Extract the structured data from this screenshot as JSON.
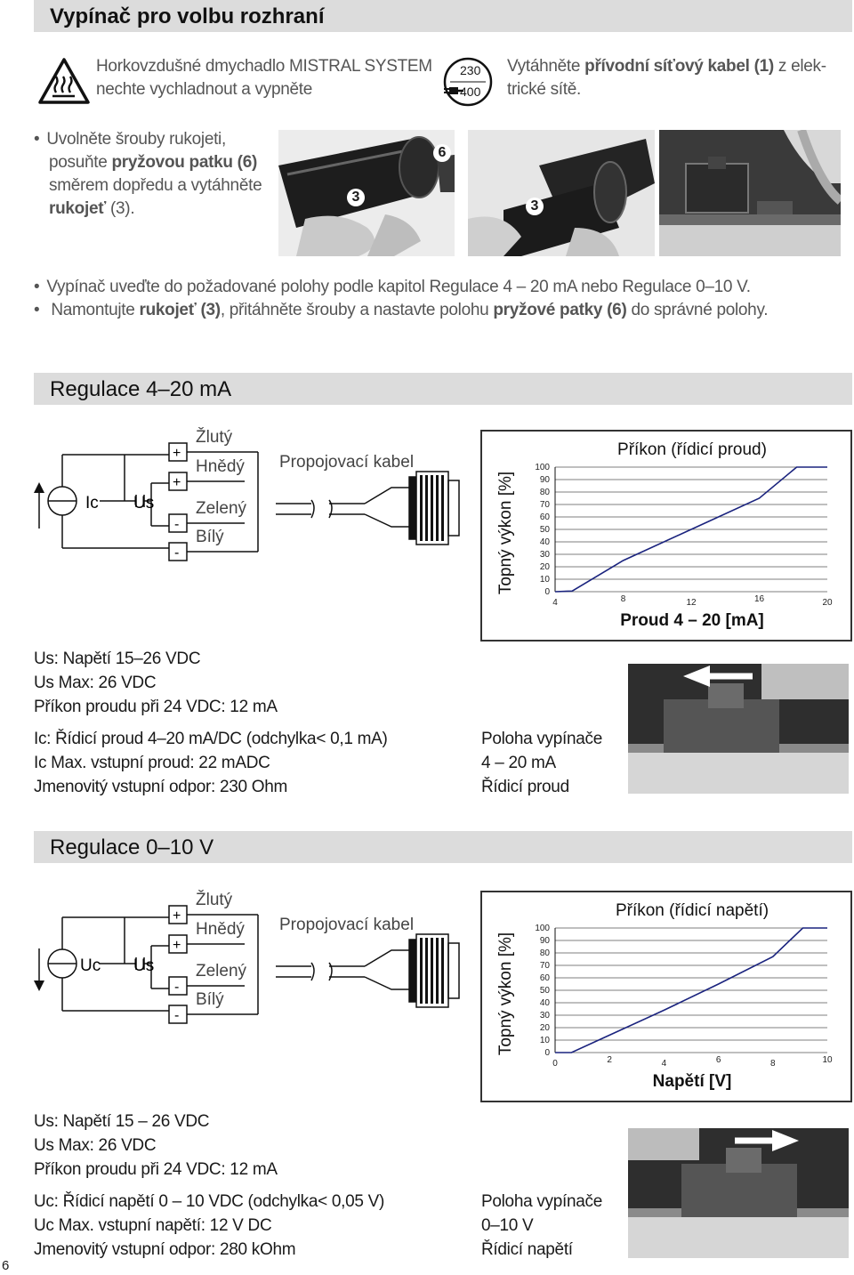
{
  "header": {
    "title": "Vypínač pro volbu rozhraní"
  },
  "warning": {
    "line1": "Horkovzdušné dmychadlo MISTRAL SYSTEM",
    "line2": "nechte vychladnout a vypněte"
  },
  "plug": {
    "v1": "230",
    "v2": "400",
    "line1_a": "Vytáhněte ",
    "line1_b": "přívodní síťový kabel (1)",
    "line1_c": " z elek-",
    "line2": "trické sítě."
  },
  "step1": {
    "l1": "Uvolněte šrouby rukojeti,",
    "l2_a": "posuňte ",
    "l2_b": "pryžovou patku (6)",
    "l3": "směrem dopředu a vytáhněte",
    "l4_a": "rukojeť",
    "l4_b": " (3)."
  },
  "photo_labels": {
    "a": "3",
    "b": "6",
    "c": "3"
  },
  "step2": {
    "line1": "Vypínač uveďte do požadované polohy podle kapitol Regulace 4 – 20 mA nebo Regulace 0–10 V.",
    "line2_a": "Namontujte ",
    "line2_b": "rukojeť (3)",
    "line2_c": ", přitáhněte šrouby a nastavte polohu ",
    "line2_d": "pryžové patky (6)",
    "line2_e": " do správné polohy."
  },
  "section_ma": {
    "title": "Regulace 4–20 mA",
    "source_label": "Ic",
    "supply_label": "Us",
    "pins": [
      "+",
      "+",
      "-",
      "-"
    ],
    "wires": [
      "Žlutý",
      "Hnědý",
      "Zelený",
      "Bílý"
    ],
    "cable": "Propojovací kabel",
    "specs": [
      "Us: Napětí 15–26 VDC",
      "Us Max: 26 VDC",
      "Příkon proudu při 24 VDC: 12 mA",
      "Ic: Řídicí proud 4–20 mA/DC (odchylka< 0,1 mA)",
      "Ic Max. vstupní proud: 22 mADC",
      "Jmenovitý vstupní odpor: 230 Ohm"
    ],
    "switch_pos": [
      "Poloha vypínače",
      "4 – 20 mA",
      "Řídicí proud"
    ]
  },
  "section_v": {
    "title": "Regulace 0–10 V",
    "source_label": "Uc",
    "supply_label": "Us",
    "pins": [
      "+",
      "+",
      "-",
      "-"
    ],
    "wires": [
      "Žlutý",
      "Hnědý",
      "Zelený",
      "Bílý"
    ],
    "cable": "Propojovací kabel",
    "specs": [
      "Us: Napětí 15 – 26 VDC",
      "Us Max: 26 VDC",
      "Příkon proudu při 24 VDC: 12 mA",
      "Uc: Řídicí napětí 0 – 10 VDC (odchylka< 0,05 V)",
      "Uc Max. vstupní napětí: 12 V DC",
      "Jmenovitý vstupní odpor: 280 kOhm"
    ],
    "switch_pos": [
      "Poloha vypínače",
      "0–10 V",
      "Řídicí napětí"
    ]
  },
  "chart_data": [
    {
      "type": "line",
      "title": "Příkon (řídicí proud)",
      "xlabel": "Proud 4 – 20 [mA]",
      "ylabel": "Topný výkon [%]",
      "x_ticks": [
        "4",
        "8",
        "12",
        "16",
        "20"
      ],
      "y_ticks": [
        "0",
        "10",
        "20",
        "30",
        "40",
        "50",
        "60",
        "70",
        "80",
        "90",
        "100"
      ],
      "xlim": [
        4,
        20
      ],
      "ylim": [
        0,
        100
      ],
      "grid": "horizontal",
      "x": [
        4,
        5,
        8,
        12,
        16,
        18.2,
        20
      ],
      "y": [
        0,
        0.5,
        25,
        50,
        75,
        100,
        100
      ]
    },
    {
      "type": "line",
      "title": "Příkon (řídicí napětí)",
      "xlabel": "Napětí [V]",
      "ylabel": "Topný výkon [%]",
      "x_ticks": [
        "0",
        "2",
        "4",
        "6",
        "8",
        "10"
      ],
      "y_ticks": [
        "0",
        "10",
        "20",
        "30",
        "40",
        "50",
        "60",
        "70",
        "80",
        "90",
        "100"
      ],
      "xlim": [
        0,
        10
      ],
      "ylim": [
        0,
        100
      ],
      "grid": "horizontal",
      "x": [
        0,
        0.6,
        2,
        4,
        6,
        8,
        9.1,
        10
      ],
      "y": [
        0,
        0,
        14,
        34,
        55,
        77,
        100,
        100
      ]
    }
  ],
  "page": {
    "number": "6"
  }
}
